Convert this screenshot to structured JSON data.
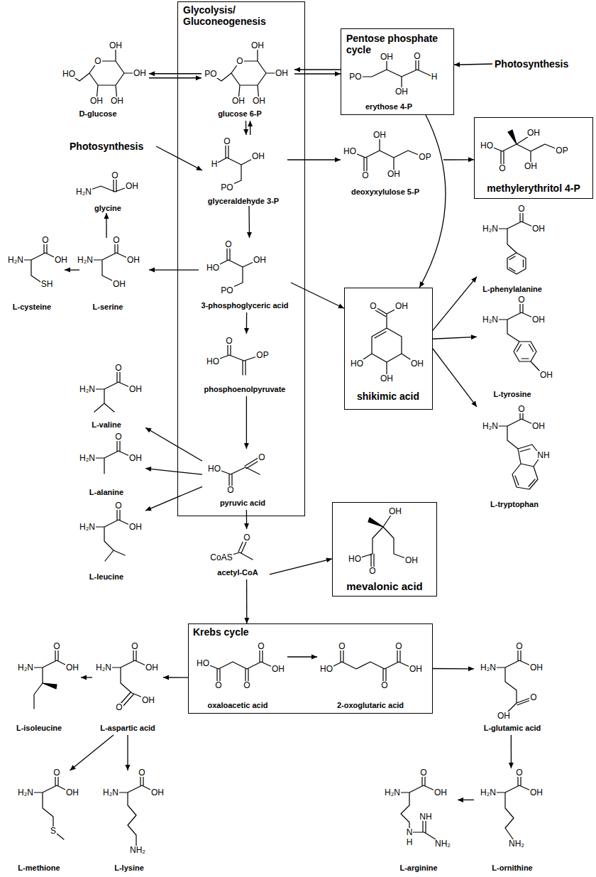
{
  "diagram": {
    "nodes": [
      {
        "text": [
          "Glycolysis/ Gluconeogenesis"
        ]
      },
      {
        "text": [
          "glucose 6-P",
          "O",
          "OH",
          "OH",
          "OH",
          "OH",
          "PO"
        ],
        "in": 0
      },
      {
        "text": [
          "glyceraldehyde 3-P",
          "O",
          "H",
          "OH",
          "PO"
        ],
        "in": 0
      },
      {
        "text": [
          "3-phosphoglyceric acid",
          "O",
          "HO",
          "OH",
          "PO"
        ],
        "in": 0
      },
      {
        "text": [
          "phosphoenolpyruvate",
          "O",
          "HO",
          "OP"
        ],
        "in": 0
      },
      {
        "text": [
          "pyruvic acid",
          "HO",
          "O",
          "O"
        ],
        "in": 0
      },
      {
        "text": [
          "D-glucose",
          "O",
          "OH",
          "OH",
          "OH",
          "OH",
          "HO"
        ]
      },
      {
        "text": [
          "Pentose phosphate cycle"
        ]
      },
      {
        "text": [
          "erythose 4-P",
          "PO",
          "OH",
          "OH",
          "O",
          "H"
        ],
        "in": 7
      },
      {
        "text": [
          "Photosynthesis"
        ]
      },
      {
        "text": [
          "Photosynthesis"
        ]
      },
      {
        "text": [
          "deoxyxylulose 5-P",
          "HO",
          "OH",
          "O",
          "OH",
          "OP"
        ]
      },
      {
        "text": [
          "methylerythritol 4-P",
          "HO",
          "O",
          "OH",
          "OH",
          "OP"
        ]
      },
      {
        "text": [
          "glycine",
          "H₂N",
          "O",
          "OH"
        ]
      },
      {
        "text": [
          "L-serine",
          "H₂N",
          "O",
          "OH",
          "OH"
        ]
      },
      {
        "text": [
          "L-cysteine",
          "H₂N",
          "O",
          "OH",
          "SH"
        ]
      },
      {
        "text": [
          "shikimic acid",
          "O",
          "OH",
          "HO",
          "OH",
          "OH"
        ]
      },
      {
        "text": [
          "L-phenylalanine",
          "H₂N",
          "O",
          "OH"
        ]
      },
      {
        "text": [
          "L-tyrosine",
          "H₂N",
          "O",
          "OH",
          "OH"
        ]
      },
      {
        "text": [
          "L-tryptophan",
          "H₂N",
          "O",
          "OH",
          "NH"
        ]
      },
      {
        "text": [
          "L-valine",
          "H₂N",
          "O",
          "OH"
        ]
      },
      {
        "text": [
          "L-alanine",
          "H₂N",
          "O",
          "OH"
        ]
      },
      {
        "text": [
          "L-leucine",
          "H₂N",
          "O",
          "OH"
        ]
      },
      {
        "text": [
          "acetyl-CoA",
          "CoAS",
          "O"
        ]
      },
      {
        "text": [
          "mevalonic acid",
          "OH",
          "HO",
          "O",
          "OH"
        ]
      },
      {
        "text": [
          "Krebs cycle"
        ]
      },
      {
        "text": [
          "oxaloacetic acid",
          "HO",
          "O",
          "O",
          "O",
          "OH"
        ],
        "in": 25
      },
      {
        "text": [
          "2-oxoglutaric acid",
          "HO",
          "O",
          "O",
          "O",
          "OH"
        ],
        "in": 25
      },
      {
        "text": [
          "L-isoleucine",
          "H₂N",
          "O",
          "OH"
        ]
      },
      {
        "text": [
          "L-aspartic acid",
          "H₂N",
          "O",
          "OH",
          "O",
          "OH"
        ]
      },
      {
        "text": [
          "L-glutamic acid",
          "H₂N",
          "O",
          "OH",
          "O",
          "OH"
        ]
      },
      {
        "text": [
          "L-methione",
          "H₂N",
          "O",
          "OH",
          "S"
        ]
      },
      {
        "text": [
          "L-lysine",
          "H₂N",
          "O",
          "OH",
          "NH₂"
        ]
      },
      {
        "text": [
          "L-arginine",
          "H₂N",
          "O",
          "OH",
          "N",
          "H",
          "NH",
          "NH₂"
        ]
      },
      {
        "text": [
          "L-ornithine",
          "H₂N",
          "O",
          "OH",
          "NH₂"
        ]
      }
    ],
    "edges": [
      {
        "from": 6,
        "to": 1,
        "arrow": "both"
      },
      {
        "from": 1,
        "to": 7,
        "arrow": "both"
      },
      {
        "from": 1,
        "to": 2,
        "arrow": "both"
      },
      {
        "from": 9,
        "to": 7,
        "arrow": "to"
      },
      {
        "from": 10,
        "to": 2,
        "arrow": "to"
      },
      {
        "from": 2,
        "to": 11,
        "arrow": "to"
      },
      {
        "from": 11,
        "to": 12,
        "arrow": "to"
      },
      {
        "from": 2,
        "to": 3,
        "arrow": "to"
      },
      {
        "from": 7,
        "to": 16,
        "arrow": "to"
      },
      {
        "from": 3,
        "to": 16,
        "arrow": "to"
      },
      {
        "from": 3,
        "to": 14,
        "arrow": "to"
      },
      {
        "from": 14,
        "to": 13,
        "arrow": "to"
      },
      {
        "from": 14,
        "to": 15,
        "arrow": "to"
      },
      {
        "from": 3,
        "to": 4,
        "arrow": "to"
      },
      {
        "from": 4,
        "to": 5,
        "arrow": "to"
      },
      {
        "from": 5,
        "to": 20,
        "arrow": "to"
      },
      {
        "from": 5,
        "to": 21,
        "arrow": "to"
      },
      {
        "from": 5,
        "to": 22,
        "arrow": "to"
      },
      {
        "from": 16,
        "to": 17,
        "arrow": "to"
      },
      {
        "from": 16,
        "to": 18,
        "arrow": "to"
      },
      {
        "from": 16,
        "to": 19,
        "arrow": "to"
      },
      {
        "from": 5,
        "to": 23,
        "arrow": "to"
      },
      {
        "from": 23,
        "to": 24,
        "arrow": "to"
      },
      {
        "from": 23,
        "to": 25,
        "arrow": "to"
      },
      {
        "from": 26,
        "to": 27,
        "arrow": "to"
      },
      {
        "from": 25,
        "to": 29,
        "arrow": "to"
      },
      {
        "from": 29,
        "to": 28,
        "arrow": "to"
      },
      {
        "from": 29,
        "to": 31,
        "arrow": "to"
      },
      {
        "from": 29,
        "to": 32,
        "arrow": "to"
      },
      {
        "from": 25,
        "to": 30,
        "arrow": "to"
      },
      {
        "from": 30,
        "to": 34,
        "arrow": "to"
      },
      {
        "from": 34,
        "to": 33,
        "arrow": "to"
      }
    ]
  }
}
